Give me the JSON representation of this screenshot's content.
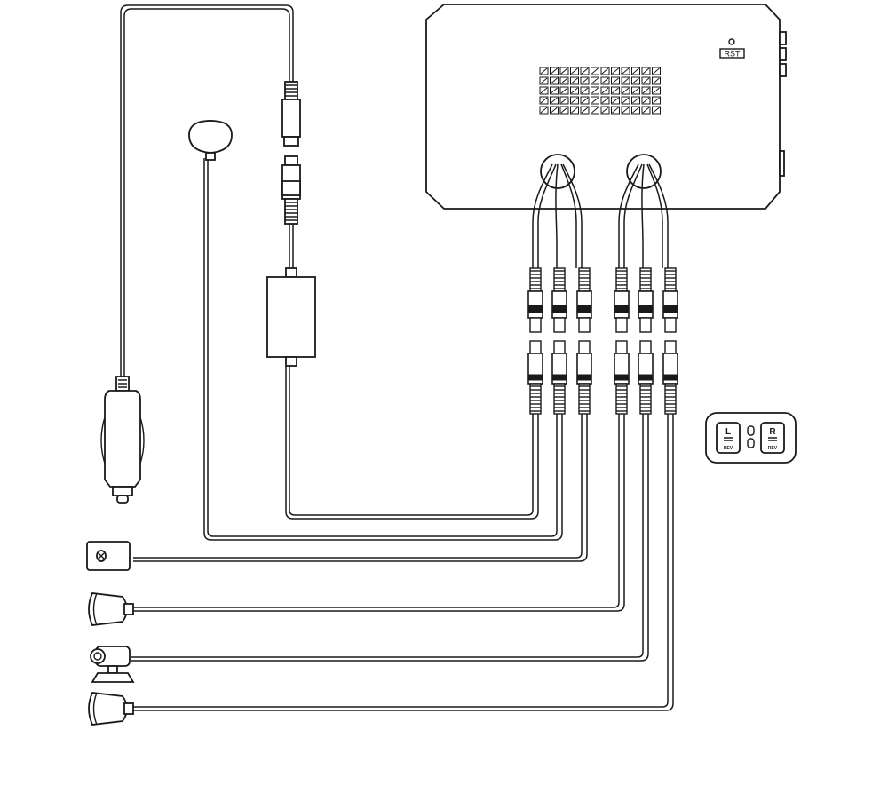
{
  "dvr_unit": {
    "reset_label": "RST",
    "colors": {
      "line": "#1a1a1a",
      "fill": "#ffffff"
    }
  },
  "remote_switch": {
    "left_button": {
      "top": "L",
      "bottom": "REV"
    },
    "right_button": {
      "top": "R",
      "bottom": "REV"
    }
  }
}
